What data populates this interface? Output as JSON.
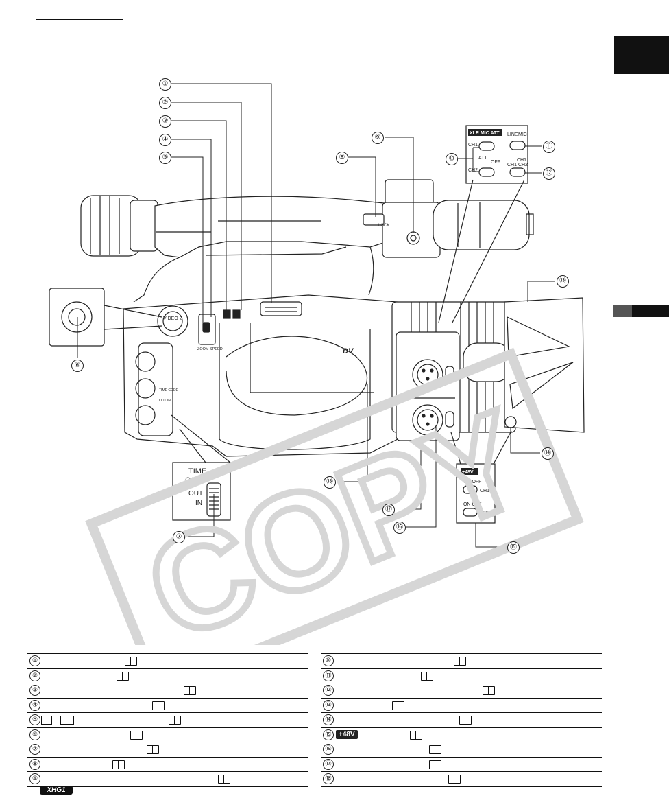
{
  "callouts": [
    "①",
    "②",
    "③",
    "④",
    "⑤",
    "⑥",
    "⑦",
    "⑧",
    "⑨",
    "⑩",
    "⑪",
    "⑫",
    "⑬",
    "⑭",
    "⑮",
    "⑯",
    "⑰",
    "⑱"
  ],
  "switch_labels": {
    "xlr_mic_att": "XLR MIC ATT",
    "ch1": "CH1",
    "ch2": "CH2",
    "att": "ATT.",
    "off": "OFF",
    "line": "LINE",
    "mic": "MIC",
    "ch1_ch2": "CH1 CH2",
    "ch1_top": "CH1"
  },
  "camera_labels": {
    "video2": "VIDEO 2",
    "zoom_speed": "ZOOM SPEED",
    "lock": "LOCK",
    "minidv": "DV",
    "time_code_small": "TIME CODE",
    "out_in_small": "OUT IN"
  },
  "inset_timecode": {
    "time": "TIME",
    "code": "CODE",
    "out": "OUT",
    "in": "IN"
  },
  "inset_48v": {
    "badge": "+48V",
    "on_off_1": "ON OFF",
    "ch1": "CH1",
    "on_off_2": "ON OFF",
    "ch2": "CH2"
  },
  "table_left": [
    {
      "num": "①"
    },
    {
      "num": "②"
    },
    {
      "num": "③"
    },
    {
      "num": "④"
    },
    {
      "num": "⑤"
    },
    {
      "num": "⑥"
    },
    {
      "num": "⑦"
    },
    {
      "num": "⑧"
    },
    {
      "num": "⑨"
    }
  ],
  "table_right": [
    {
      "num": "⑩"
    },
    {
      "num": "⑪"
    },
    {
      "num": "⑫"
    },
    {
      "num": "⑬"
    },
    {
      "num": "⑭"
    },
    {
      "num": "⑮",
      "badge": "+48V"
    },
    {
      "num": "⑯"
    },
    {
      "num": "⑰"
    },
    {
      "num": "⑱"
    }
  ],
  "footer_badge": "XHG1",
  "watermark": "COPY"
}
